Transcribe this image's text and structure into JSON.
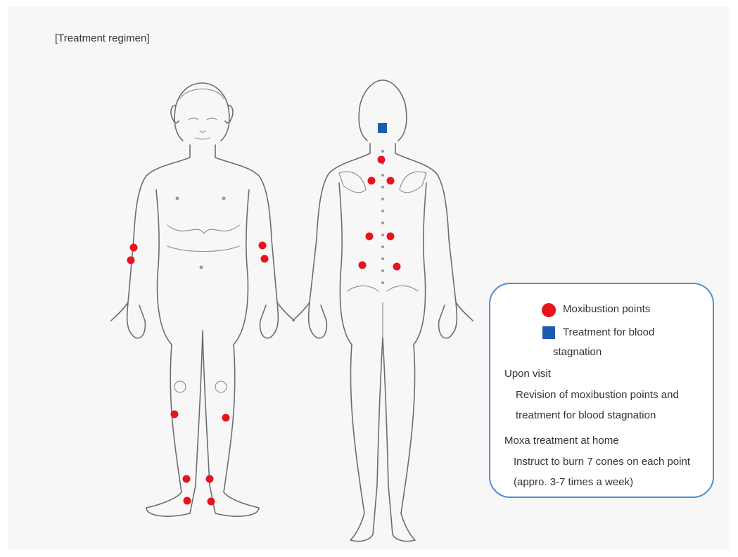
{
  "title": "[Treatment regimen]",
  "colors": {
    "moxibustion_point": "#e8141d",
    "blood_stagnation": "#1a5cb0",
    "legend_border": "#4a8fd8"
  },
  "legend": {
    "moxibustion_label": "Moxibustion points",
    "blood_line1": "Treatment for blood",
    "blood_line2": "stagnation",
    "visit_heading": "Upon visit",
    "visit_line1": "Revision of moxibustion points and",
    "visit_line2": "treatment for blood stagnation",
    "home_heading": "Moxa treatment at home",
    "home_line1": "Instruct to burn 7 cones on each point",
    "home_line2": "(appro. 3-7 times a week)"
  }
}
